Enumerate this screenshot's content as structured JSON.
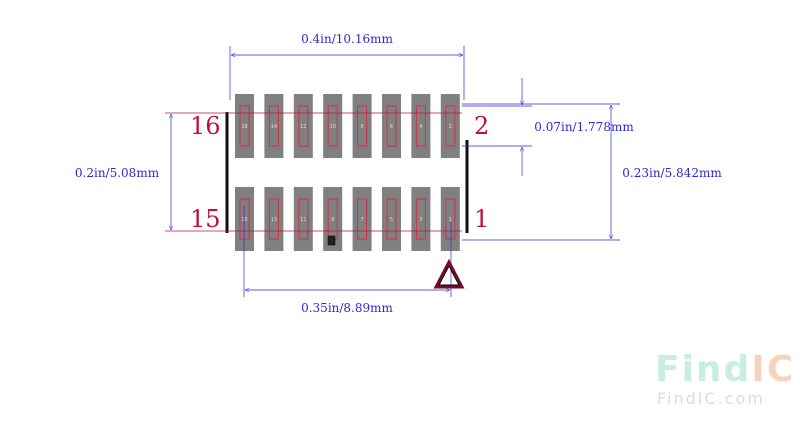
{
  "dimensions": {
    "overall_width": "0.4in/10.16mm",
    "row_spacing": "0.2in/5.08mm",
    "pitch": "0.07in/1.778mm",
    "overall_height": "0.23in/5.842mm",
    "pad_span": "0.35in/8.89mm"
  },
  "pin_labels": {
    "top_left": "16",
    "top_right": "2",
    "bottom_left": "15",
    "bottom_right": "1"
  },
  "pads": {
    "top": [
      "16",
      "14",
      "12",
      "10",
      "8",
      "6",
      "4",
      "2"
    ],
    "bottom": [
      "15",
      "13",
      "11",
      "9",
      "7",
      "5",
      "3",
      "1"
    ]
  },
  "logo": {
    "find": "Find",
    "ic": "IC",
    "domain": "FindIC.com"
  },
  "colors": {
    "dimension": "#2a2ad0",
    "pin_label": "#c0103a",
    "pad": "#808080",
    "pad_outline": "#d0304a",
    "body_edge": "#111111"
  }
}
